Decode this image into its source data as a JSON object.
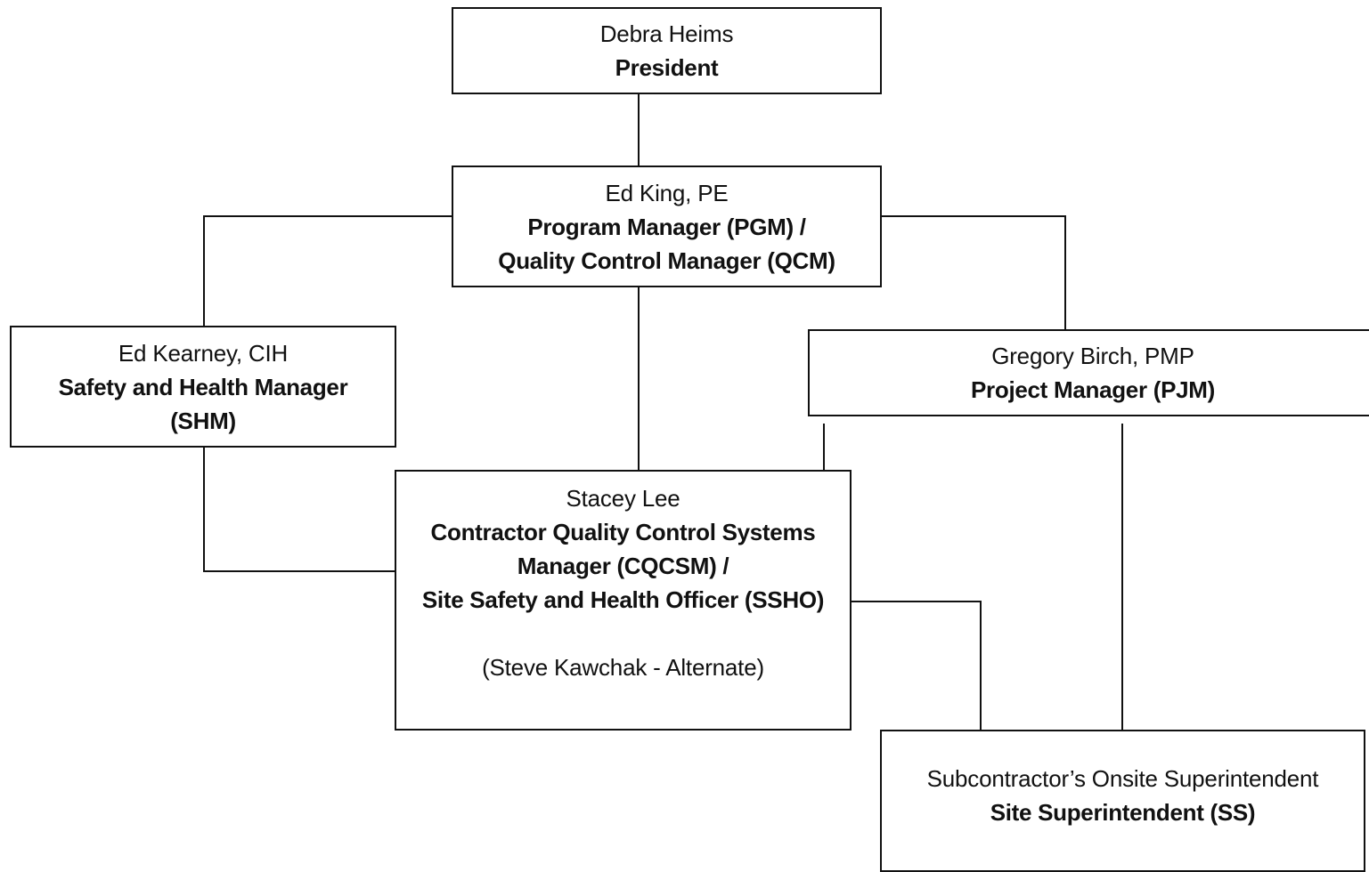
{
  "logo": {
    "text": ""
  },
  "org_chart": {
    "president": {
      "name": "Debra Heims",
      "title": "President"
    },
    "program_manager": {
      "name": "Ed King, PE",
      "title_line1": "Program Manager (PGM) /",
      "title_line2": "Quality Control Manager (QCM)"
    },
    "safety_health_manager": {
      "name": "Ed Kearney, CIH",
      "title_line1": "Safety and Health Manager",
      "title_line2": "(SHM)"
    },
    "project_manager": {
      "name": "Gregory Birch, PMP",
      "title": "Project Manager (PJM)"
    },
    "cqcsm": {
      "name": "Stacey Lee",
      "title_line1": "Contractor Quality Control Systems",
      "title_line2": "Manager (CQCSM) /",
      "title_line3": "Site Safety and Health Officer (SSHO)",
      "note": "(Steve Kawchak - Alternate)"
    },
    "site_superintendent": {
      "name": "Subcontractor’s Onsite Superintendent",
      "title": "Site Superintendent (SS)"
    }
  },
  "colors": {
    "line": "#111111",
    "background": "#ffffff",
    "logo": "#1f3a7a"
  }
}
